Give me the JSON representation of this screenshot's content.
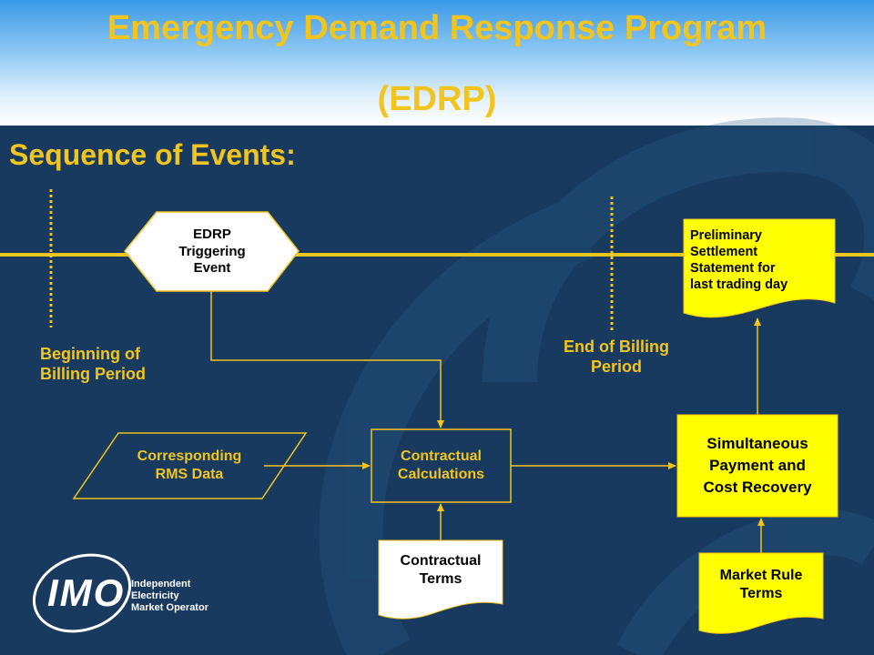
{
  "header": {
    "title_line1": "Emergency Demand Response Program",
    "title_line2": "(EDRP)"
  },
  "subtitle": "Sequence of Events:",
  "nodes": {
    "triggering_event": [
      "EDRP",
      "Triggering",
      "Event"
    ],
    "beginning": [
      "Beginning of",
      "Billing Period"
    ],
    "end": [
      "End of Billing",
      "Period"
    ],
    "preliminary": [
      "Preliminary",
      "Settlement",
      "Statement for",
      "last trading day"
    ],
    "rms_data": [
      "Corresponding",
      "RMS Data"
    ],
    "calculations": [
      "Contractual",
      "Calculations"
    ],
    "contractual_terms": [
      "Contractual",
      "Terms"
    ],
    "recovery": [
      "Simultaneous",
      "Payment and",
      "Cost Recovery"
    ],
    "market_rule": [
      "Market Rule",
      "Terms"
    ]
  },
  "logo": {
    "mark": "IMO",
    "line1": "Independent",
    "line2": "Electricity",
    "line3": "Market Operator"
  },
  "colors": {
    "gold": "#f2c41e",
    "yellow_box": "#ffff00",
    "background": "#173a5e"
  }
}
